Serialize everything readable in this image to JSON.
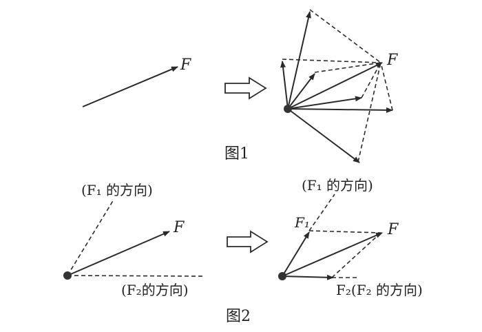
{
  "colors": {
    "ink": "#2a2a2a",
    "background": "#ffffff"
  },
  "figure1": {
    "force_label": "F",
    "result_force_label": "F",
    "caption": "图1"
  },
  "figure2": {
    "left_force_label": "F",
    "left_f1_direction": "(F₁ 的方向)",
    "left_f2_direction": "(F₂的方向)",
    "right_f1_label": "F₁",
    "right_force_label": "F",
    "right_f1_direction": "(F₁ 的方向)",
    "right_f2_label": "F₂(F₂ 的方向)",
    "caption": "图2"
  }
}
